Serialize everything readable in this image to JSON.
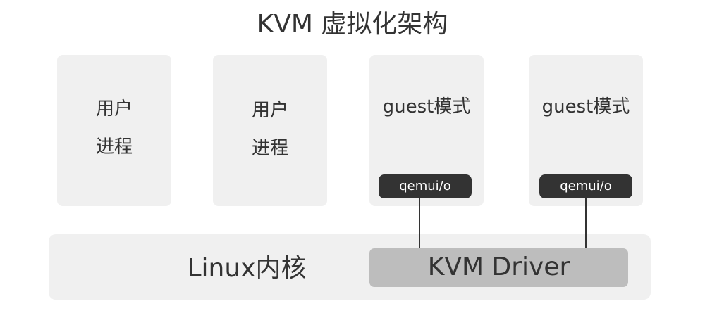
{
  "title": "KVM 虚拟化架构",
  "user_processes": [
    {
      "line1": "用户",
      "line2": "进程"
    },
    {
      "line1": "用户",
      "line2": "进程"
    }
  ],
  "guests": [
    {
      "label": "guest模式",
      "qemu_label": "qemui/o"
    },
    {
      "label": "guest模式",
      "qemu_label": "qemui/o"
    }
  ],
  "kernel": {
    "label": "Linux内核",
    "driver_label": "KVM Driver"
  },
  "colors": {
    "box_fill": "#f0f0f0",
    "qemu_fill": "#333333",
    "driver_fill": "#bdbdbd",
    "text": "#333333"
  }
}
